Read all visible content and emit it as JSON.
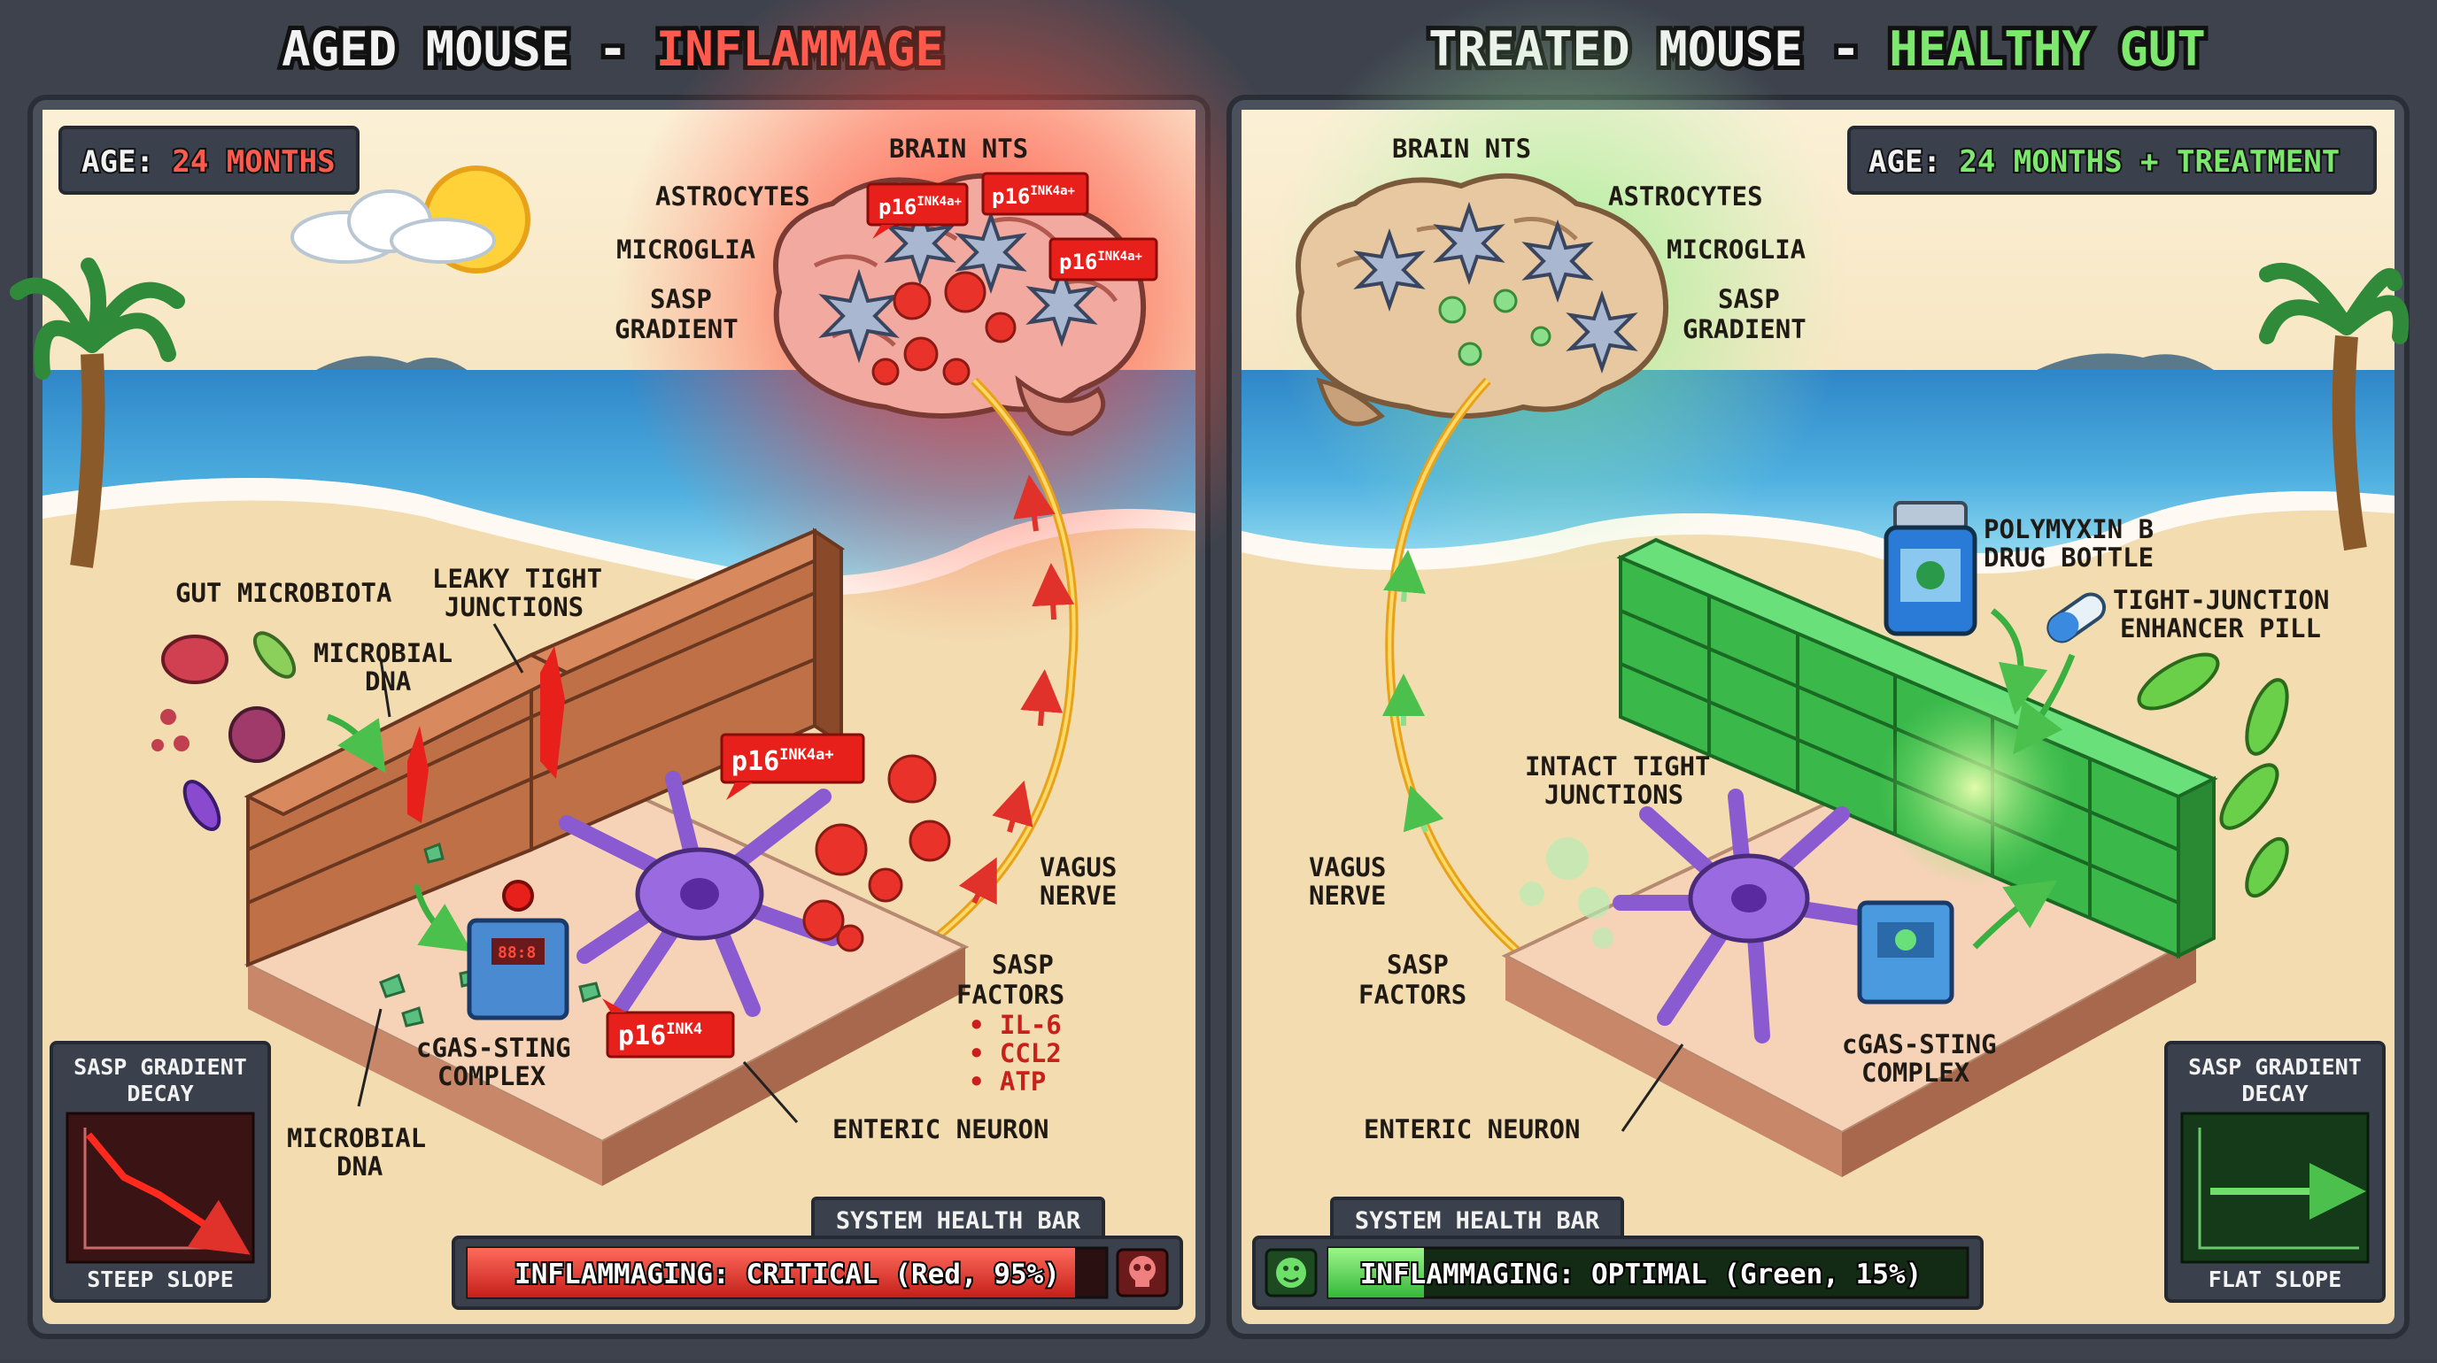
{
  "left": {
    "title_prefix": "AGED MOUSE - ",
    "title_highlight": "INFLAMMAGE",
    "age_label": "AGE: ",
    "age_value": "24 MONTHS",
    "brain_nts": "BRAIN NTS",
    "astrocytes": "ASTROCYTES",
    "microglia": "MICROGLIA",
    "sasp_gradient_l1": "SASP",
    "sasp_gradient_l2": "GRADIENT",
    "gut_microbiota": "GUT MICROBIOTA",
    "leaky_l1": "LEAKY TIGHT",
    "leaky_l2": "JUNCTIONS",
    "microbial_dna_l1": "MICROBIAL",
    "microbial_dna_l2": "DNA",
    "cgas_l1": "cGAS-STING",
    "cgas_l2": "COMPLEX",
    "microbial_dna_bottom_l1": "MICROBIAL",
    "microbial_dna_bottom_l2": "DNA",
    "enteric_neuron": "ENTERIC NEURON",
    "vagus_l1": "VAGUS",
    "vagus_l2": "NERVE",
    "sasp_factors_l1": "SASP",
    "sasp_factors_l2": "FACTORS",
    "factors": [
      "• IL-6",
      "• CCL2",
      "• ATP"
    ],
    "p16_tags": [
      {
        "base": "p16",
        "sup": "INK4a+"
      },
      {
        "base": "p16",
        "sup": "INK4a+"
      },
      {
        "base": "p16",
        "sup": "INK4a+"
      },
      {
        "base": "p16",
        "sup": "INK4a+"
      },
      {
        "base": "p16",
        "sup": "INK4"
      }
    ],
    "decay_title_l1": "SASP GRADIENT",
    "decay_title_l2": "DECAY",
    "decay_slope": "STEEP SLOPE",
    "health_bar_title": "SYSTEM HEALTH BAR",
    "health_bar_text": "INFLAMMAGING: CRITICAL (Red, 95%)",
    "health_level": 0.95
  },
  "right": {
    "title_prefix": "TREATED MOUSE - ",
    "title_highlight": "HEALTHY GUT",
    "age_label": "AGE: ",
    "age_value": "24 MONTHS + TREATMENT",
    "brain_nts": "BRAIN NTS",
    "astrocytes": "ASTROCYTES",
    "microglia": "MICROGLIA",
    "sasp_gradient_l1": "SASP",
    "sasp_gradient_l2": "GRADIENT",
    "polymyxin_l1": "POLYMYXIN B",
    "polymyxin_l2": "DRUG BOTTLE",
    "pill_l1": "TIGHT-JUNCTION",
    "pill_l2": "ENHANCER PILL",
    "intact_l1": "INTACT TIGHT",
    "intact_l2": "JUNCTIONS",
    "vagus_l1": "VAGUS",
    "vagus_l2": "NERVE",
    "sasp_factors_l1": "SASP",
    "sasp_factors_l2": "FACTORS",
    "cgas_l1": "cGAS-STING",
    "cgas_l2": "COMPLEX",
    "enteric_neuron": "ENTERIC NEURON",
    "decay_title_l1": "SASP GRADIENT",
    "decay_title_l2": "DECAY",
    "decay_slope": "FLAT SLOPE",
    "health_bar_title": "SYSTEM HEALTH BAR",
    "health_bar_text": "INFLAMMAGING: OPTIMAL (Green, 15%)",
    "health_level": 0.15
  },
  "colors": {
    "critical": "#e8453c",
    "optimal": "#6ee06a",
    "sand": "#f3ddb0",
    "panel_border": "#4a505c"
  },
  "icons": {
    "critical_icon": "skull-icon",
    "optimal_icon": "smiley-icon"
  }
}
